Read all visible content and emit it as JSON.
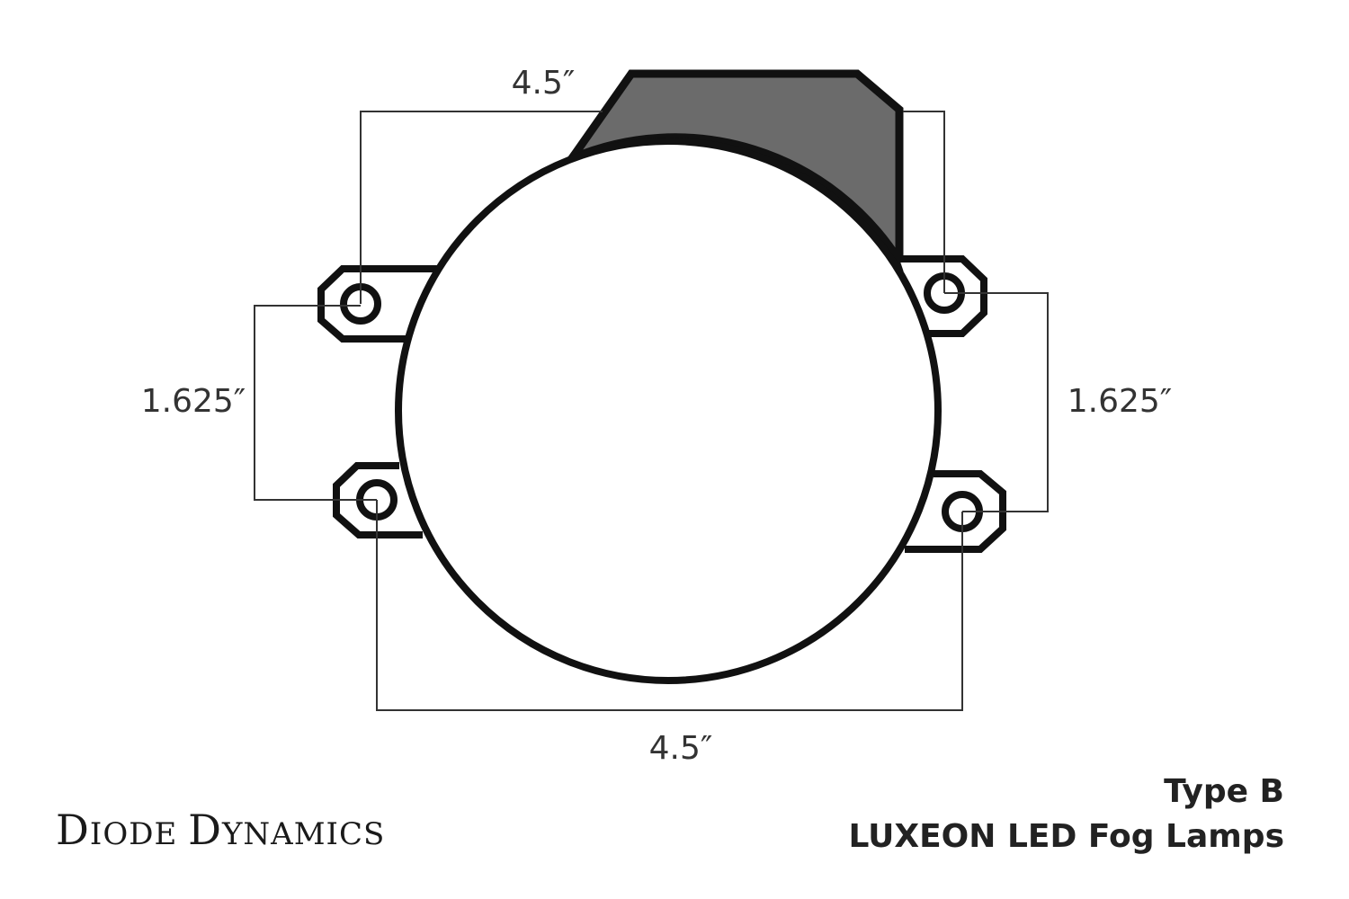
{
  "dimensions": {
    "top_width": "4.5″",
    "bottom_width": "4.5″",
    "left_height": "1.625″",
    "right_height": "1.625″"
  },
  "brand": {
    "word1_initial": "D",
    "word1_rest": "IODE",
    "word2_initial": "D",
    "word2_rest": "YNAMICS"
  },
  "title": {
    "line1": "Type B",
    "line2": "LUXEON LED Fog Lamps"
  },
  "colors": {
    "outline": "#111111",
    "bracket_fill": "#6b6b6b",
    "dimension_line": "#333333"
  }
}
